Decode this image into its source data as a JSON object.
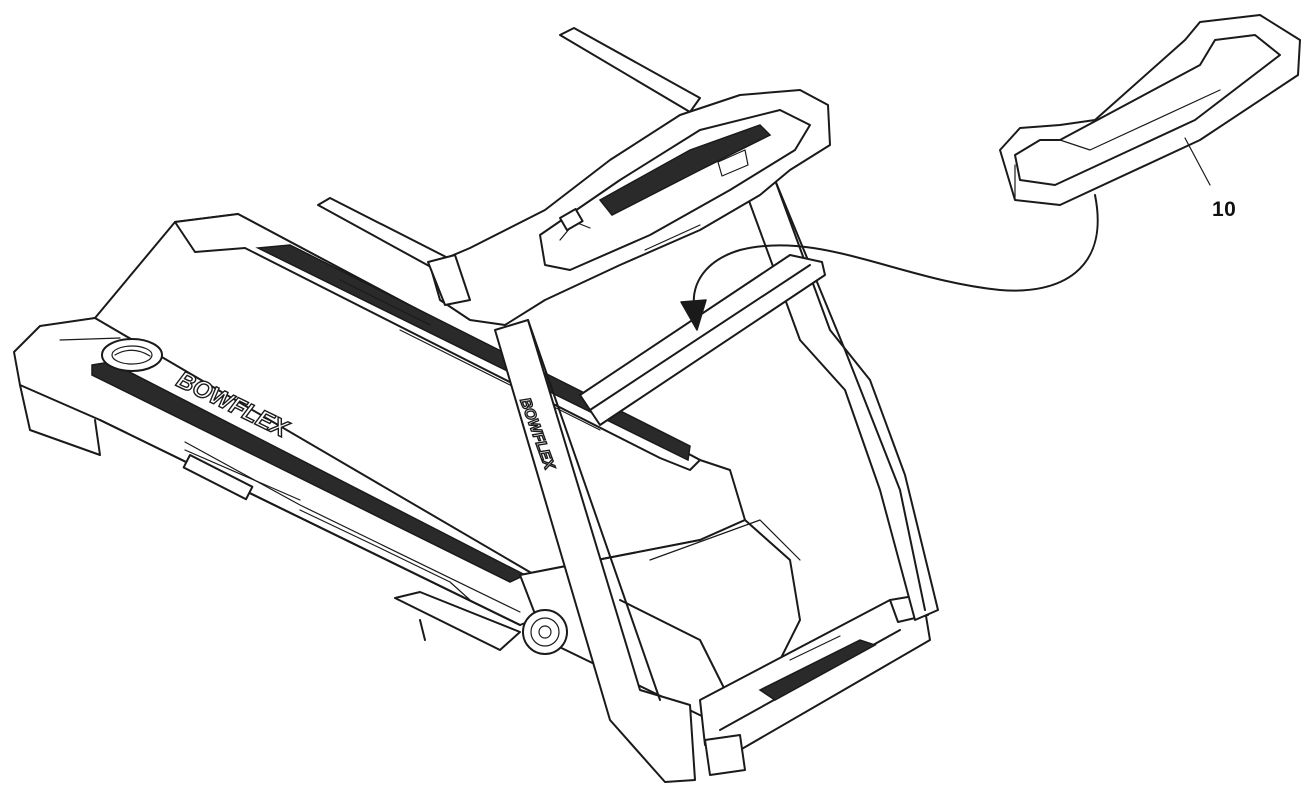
{
  "diagram": {
    "callouts": [
      {
        "number": "10"
      }
    ],
    "brand_deck": "BOWFLEX",
    "brand_upright": "BOWFLEX",
    "colors": {
      "line": "#1a1a1a",
      "background": "#ffffff"
    }
  }
}
